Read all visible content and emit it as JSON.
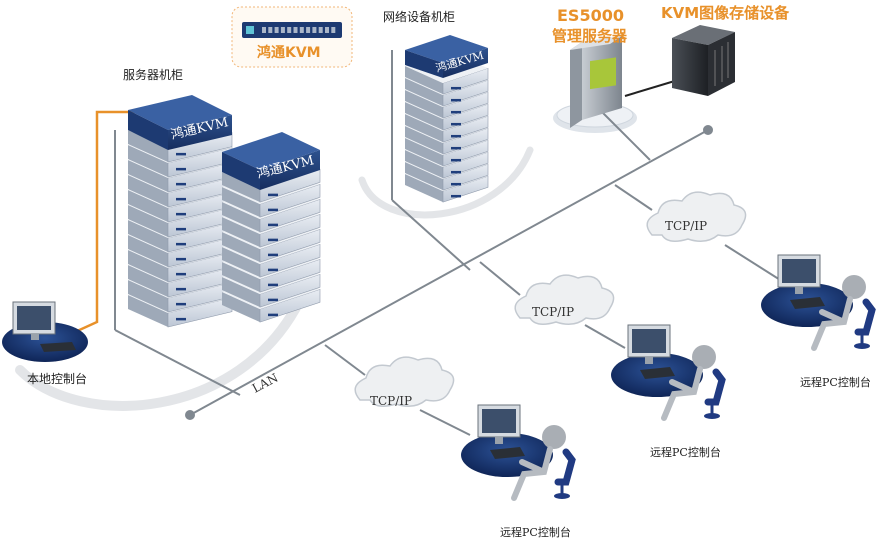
{
  "labels": {
    "server_rack": "服务器机柜",
    "network_rack": "网络设备机柜",
    "kvm_callout": "鸿通KVM",
    "es5000_line1": "ES5000",
    "es5000_line2": "管理服务器",
    "kvm_storage": "KVM图像存储设备",
    "local_console": "本地控制台",
    "lan": "LAN",
    "remote_console_1": "远程PC控制台",
    "remote_console_2": "远程PC控制台",
    "remote_console_3": "远程PC控制台",
    "cloud_1": "TCP/IP",
    "cloud_2": "TCP/IP",
    "cloud_3": "TCP/IP",
    "kvm_box_1": "鸿通KVM",
    "kvm_box_2": "鸿通KVM",
    "kvm_box_3": "鸿通KVM"
  },
  "colors": {
    "orange_cable": "#e8912a",
    "navy": "#1f3e7c",
    "lan_line": "#808890",
    "server_slab": "#d4dbe6"
  }
}
